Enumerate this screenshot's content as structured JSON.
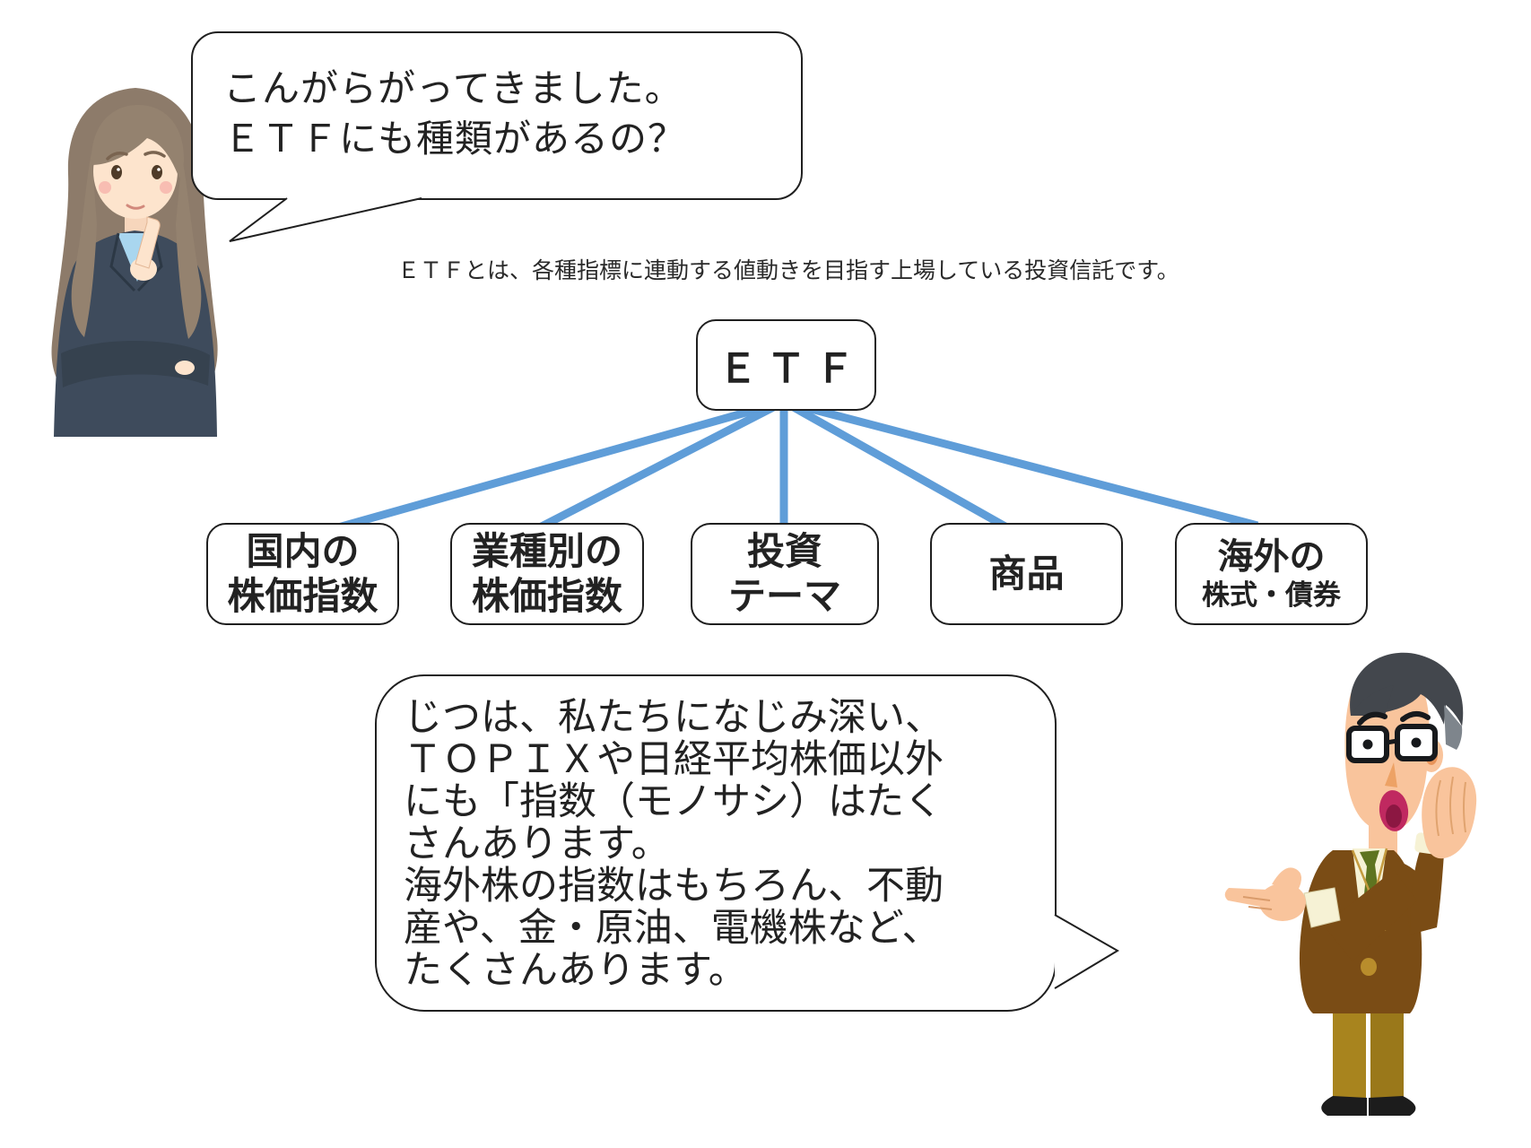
{
  "woman_bubble": {
    "line1": "こんがらがってきました。",
    "line2": "ＥＴＦにも種類があるの？"
  },
  "intro": {
    "text": "ＥＴＦとは、各種指標に連動する値動きを目指す上場している投資信託です。"
  },
  "diagram": {
    "root_label": "ＥＴＦ",
    "connector_color": "#5f9dd8",
    "nodes": [
      {
        "line1": "国内の",
        "line2": "株価指数"
      },
      {
        "line1": "業種別の",
        "line2": "株価指数"
      },
      {
        "line1": "投資",
        "line2": "テーマ"
      },
      {
        "line1": "商品",
        "line2": ""
      },
      {
        "line1": "海外の",
        "line2": "株式・債券"
      }
    ]
  },
  "man_bubble": {
    "lines": [
      "じつは、私たちになじみ深い、",
      "ＴＯＰＩＸや日経平均株価以外",
      "にも「指数（モノサシ）はたく",
      "さんあります。",
      "海外株の指数はもちろん、不動",
      "産や、金・原油、電機株など、",
      "たくさんあります。"
    ]
  },
  "characters": {
    "woman": {
      "suit_color": "#3e4b5c",
      "hair_color": "#8d7b6a",
      "blouse_color": "#a9d6ef",
      "skin_color": "#fde4cd"
    },
    "man": {
      "suit_color": "#7a4c15",
      "tie_color": "#5e7420",
      "pants_color": "#a8841e",
      "skin_color": "#f9c49c",
      "hair_color": "#43474d"
    }
  }
}
